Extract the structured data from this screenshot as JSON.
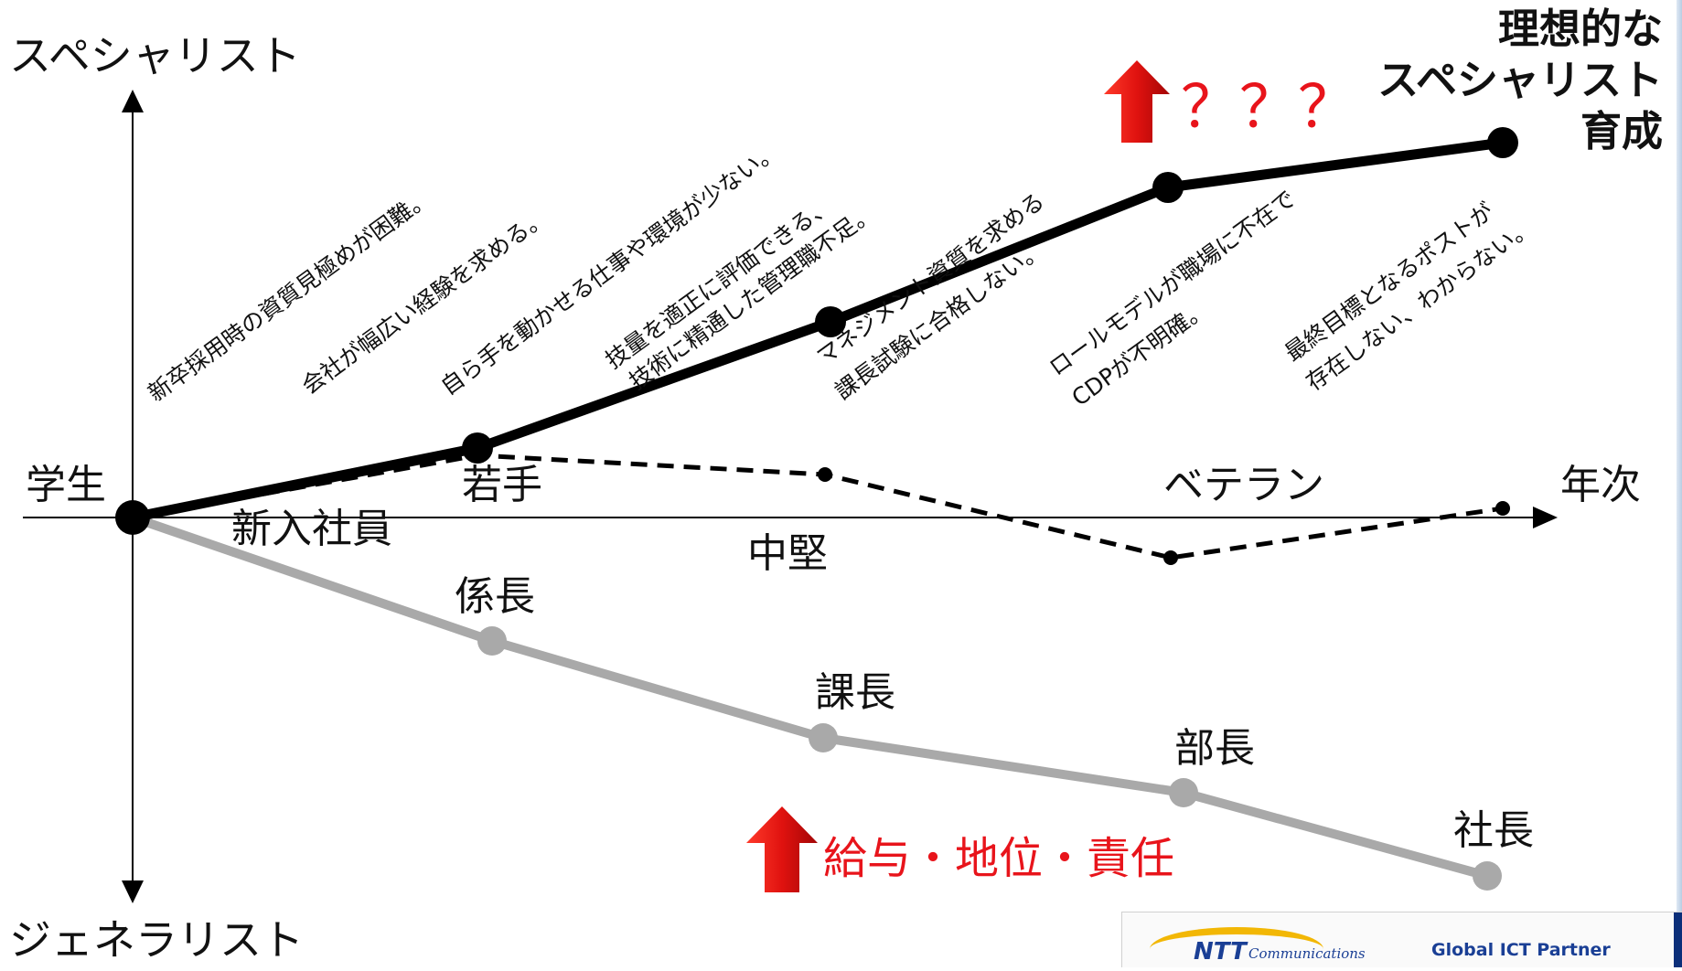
{
  "axes": {
    "y_top": "スペシャリスト",
    "y_bottom": "ジェネラリスト",
    "x_right": "年次",
    "origin": "学生"
  },
  "title": {
    "line1": "理想的な",
    "line2": "スペシャリスト",
    "line3": "育成"
  },
  "stages": {
    "shinnyu": "新入社員",
    "wakate": "若手",
    "chuken": "中堅",
    "veteran": "ベテラン"
  },
  "management": {
    "kakaricho": "係長",
    "kacho": "課長",
    "bucho": "部長",
    "shacho": "社長"
  },
  "issues": {
    "i1": "新卒採用時の資質見極めが困難。",
    "i2": "会社が幅広い経験を求める。",
    "i3": "自ら手を動かせる仕事や環境が少ない。",
    "i4a": "技量を適正に評価できる、",
    "i4b": "技術に精通した管理職不足。",
    "i5a": "マネジメント資質を求める",
    "i5b": "課長試験に合格しない。",
    "i6a": "ロールモデルが職場に不在で",
    "i6b": "CDPが不明確。",
    "i7a": "最終目標となるポストが",
    "i7b": "存在しない、わからない。"
  },
  "annotations": {
    "question": "？？？",
    "reward": "給与・地位・責任"
  },
  "footer": {
    "logo_ntt": "NTT",
    "logo_comm": "Communications",
    "partner": "Global ICT Partner"
  },
  "colors": {
    "ideal_line": "#000000",
    "actual_line": "#000000",
    "generalist_line": "#a9a9a9",
    "accent_red": "#e8141b"
  }
}
